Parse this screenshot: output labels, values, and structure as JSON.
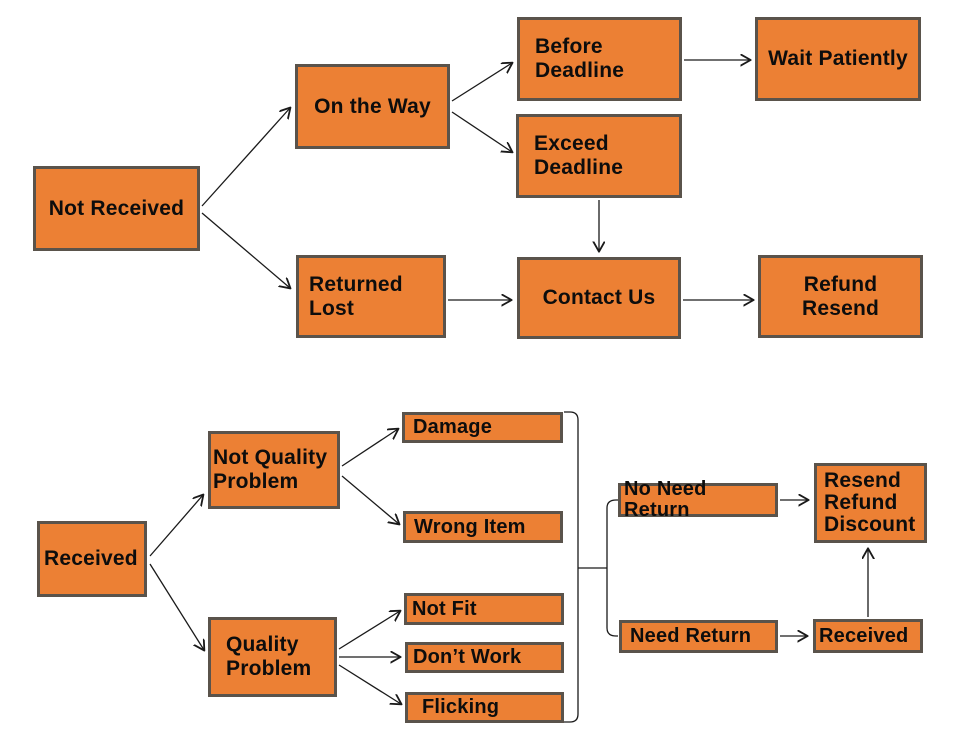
{
  "diagram": {
    "colors": {
      "box_fill": "#EC8034",
      "box_border": "#5A534B",
      "line": "#1a1a1a",
      "text": "#0d0d0d",
      "background": "#ffffff"
    },
    "nodes": {
      "not_received": {
        "label": "Not Received"
      },
      "on_the_way": {
        "label": "On the Way"
      },
      "before_deadline": {
        "label": "Before\nDeadline"
      },
      "exceed_deadline": {
        "label": "Exceed\nDeadline"
      },
      "wait_patiently": {
        "label": "Wait Patiently"
      },
      "returned_lost": {
        "label": "Returned\nLost"
      },
      "contact_us": {
        "label": "Contact Us"
      },
      "refund_resend": {
        "label": "Refund\nResend"
      },
      "received_main": {
        "label": "Received"
      },
      "not_quality_problem": {
        "label": "Not Quality\nProblem"
      },
      "quality_problem": {
        "label": "Quality\nProblem"
      },
      "damage": {
        "label": "Damage"
      },
      "wrong_item": {
        "label": "Wrong Item"
      },
      "not_fit": {
        "label": "Not Fit"
      },
      "dont_work": {
        "label": "Don’t Work"
      },
      "flicking": {
        "label": "Flicking"
      },
      "no_need_return": {
        "label": "No Need Return"
      },
      "need_return": {
        "label": "Need Return"
      },
      "resend_refund_discount": {
        "label": "Resend\nRefund\nDiscount"
      },
      "received_parcel": {
        "label": "Received"
      }
    },
    "edges": [
      {
        "from": "Not Received",
        "to": "On the Way"
      },
      {
        "from": "Not Received",
        "to": "Returned Lost"
      },
      {
        "from": "On the Way",
        "to": "Before Deadline"
      },
      {
        "from": "On the Way",
        "to": "Exceed Deadline"
      },
      {
        "from": "Before Deadline",
        "to": "Wait Patiently"
      },
      {
        "from": "Exceed Deadline",
        "to": "Contact Us"
      },
      {
        "from": "Returned Lost",
        "to": "Contact Us"
      },
      {
        "from": "Contact Us",
        "to": "Refund Resend"
      },
      {
        "from": "Received",
        "to": "Not Quality Problem"
      },
      {
        "from": "Received",
        "to": "Quality Problem"
      },
      {
        "from": "Not Quality Problem",
        "to": "Damage"
      },
      {
        "from": "Not Quality Problem",
        "to": "Wrong Item"
      },
      {
        "from": "Quality Problem",
        "to": "Not Fit"
      },
      {
        "from": "Quality Problem",
        "to": "Don’t Work"
      },
      {
        "from": "Quality Problem",
        "to": "Flicking"
      },
      {
        "from": "Damage / Wrong Item / Not Fit / Don’t Work / Flicking (bracket)",
        "to": "No Need Return"
      },
      {
        "from": "Damage / Wrong Item / Not Fit / Don’t Work / Flicking (bracket)",
        "to": "Need Return"
      },
      {
        "from": "No Need Return",
        "to": "Resend Refund Discount"
      },
      {
        "from": "Need Return",
        "to": "Received"
      },
      {
        "from": "Received",
        "to": "Resend Refund Discount"
      }
    ]
  }
}
